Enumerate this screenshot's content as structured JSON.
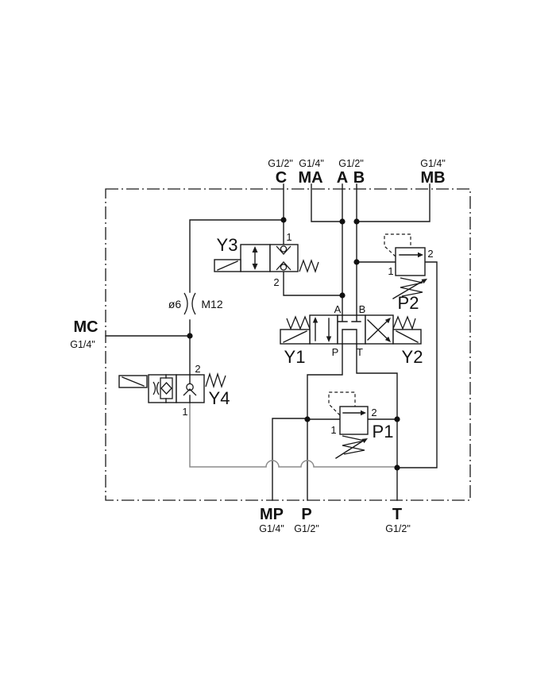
{
  "ports": {
    "top": [
      {
        "label": "C",
        "size": "G1/2\""
      },
      {
        "label": "MA",
        "size": "G1/4\""
      },
      {
        "label": "A",
        "size": "G1/2\""
      },
      {
        "label": "B",
        "size": ""
      },
      {
        "label": "MB",
        "size": "G1/4\""
      }
    ],
    "left": {
      "label": "MC",
      "size": "G1/4\""
    },
    "bottom": [
      {
        "label": "MP",
        "size": "G1/4\""
      },
      {
        "label": "P",
        "size": "G1/2\""
      },
      {
        "label": "T",
        "size": "G1/2\""
      }
    ]
  },
  "components": {
    "y3": {
      "label": "Y3",
      "port_top": "1",
      "port_bottom": "2"
    },
    "y4": {
      "label": "Y4",
      "port_top": "2",
      "port_bottom": "1"
    },
    "y1": {
      "label": "Y1"
    },
    "y2": {
      "label": "Y2"
    },
    "p1": {
      "label": "P1",
      "port_in": "1",
      "port_out": "2"
    },
    "p2": {
      "label": "P2",
      "port_in": "1",
      "port_out": "2"
    },
    "directional_valve": {
      "port_a": "A",
      "port_b": "B",
      "port_p": "P",
      "port_t": "T"
    },
    "orifice": {
      "diameter": "ø6",
      "thread": "M12"
    }
  },
  "colors": {
    "line": "#1a1a1a",
    "return_line": "#8c8c8c",
    "background": "#ffffff"
  }
}
